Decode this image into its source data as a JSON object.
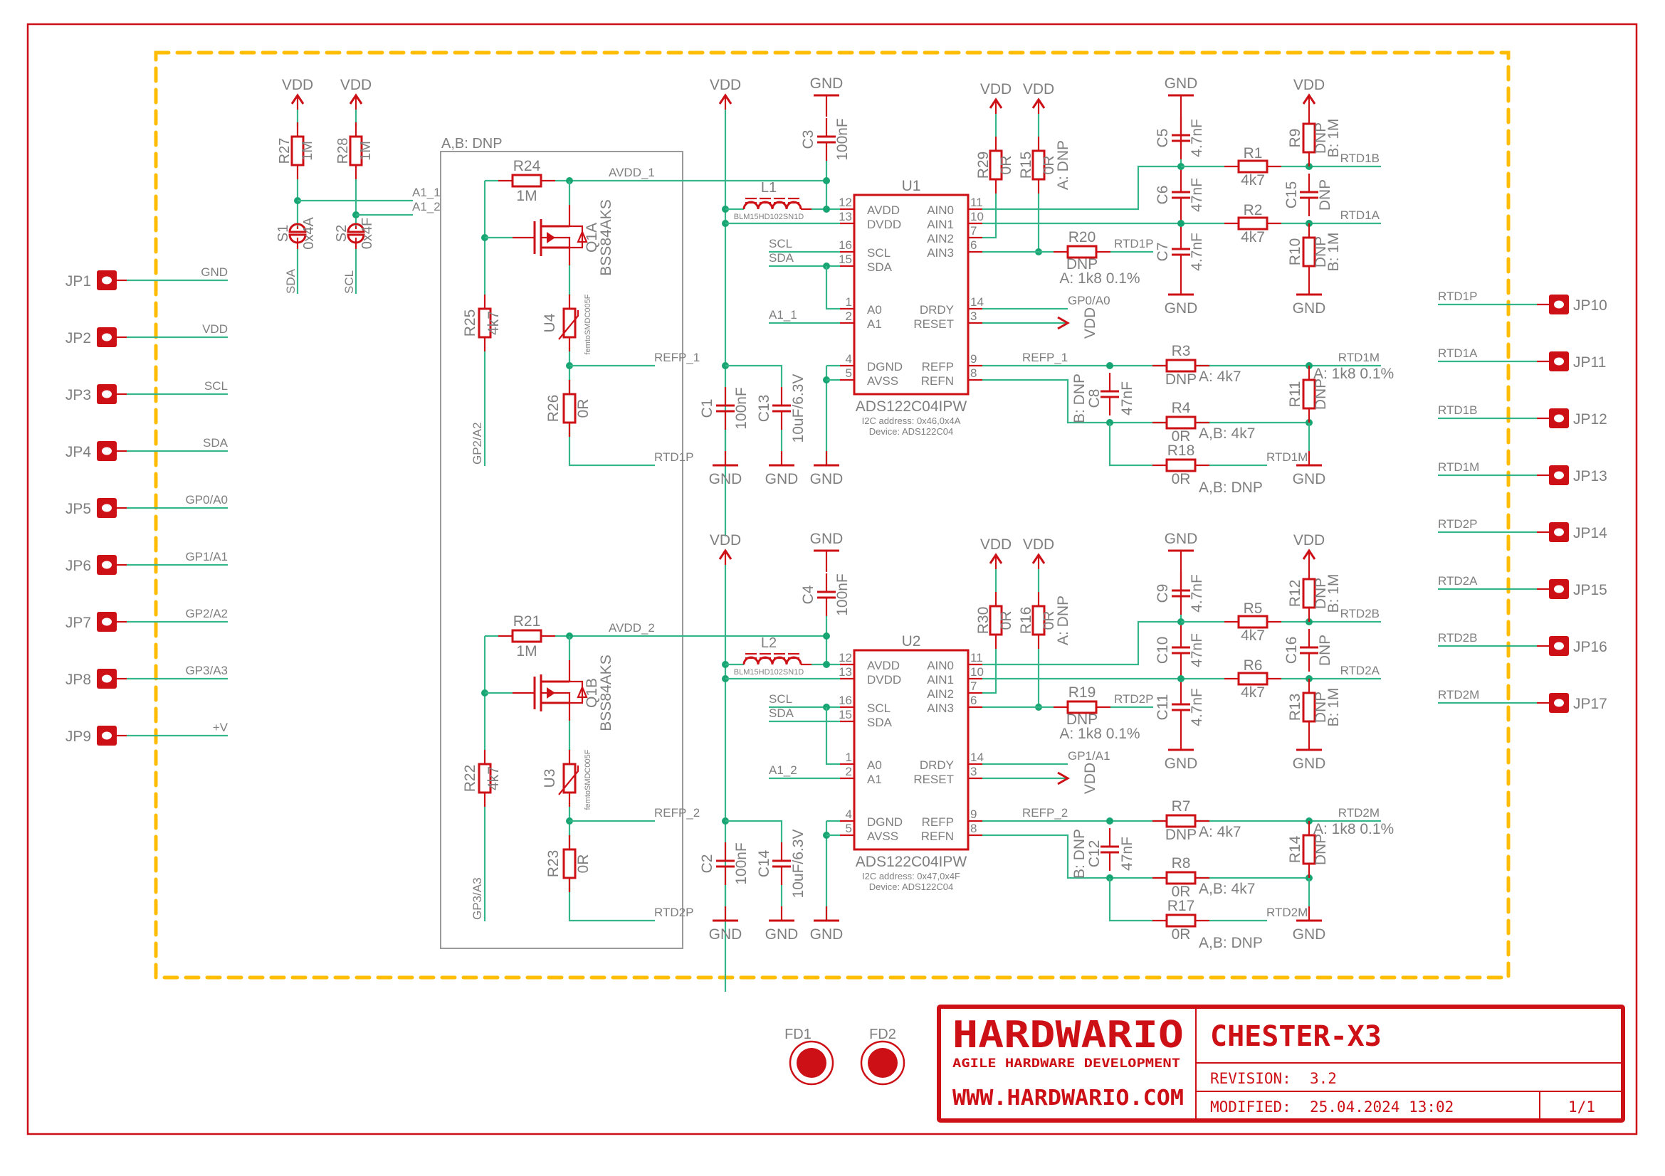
{
  "title_block": {
    "company": "HARDWARIO",
    "tagline": "AGILE HARDWARE DEVELOPMENT",
    "website": "WWW.HARDWARIO.COM",
    "project": "CHESTER-X3",
    "revision_label": "REVISION:",
    "revision": "3.2",
    "modified_label": "MODIFIED:",
    "modified": "25.04.2024 13:02",
    "sheet": "1/1"
  },
  "colors": {
    "wire": "#35b58a",
    "symbol": "#cc1016",
    "text": "#7f7f7f",
    "board_outline": "#ffbc05",
    "frame": "#cc1016"
  },
  "fiducials": [
    {
      "label": "FD1"
    },
    {
      "label": "FD2"
    }
  ],
  "left_connectors": [
    {
      "ref": "JP1",
      "net": "GND"
    },
    {
      "ref": "JP2",
      "net": "VDD"
    },
    {
      "ref": "JP3",
      "net": "SCL"
    },
    {
      "ref": "JP4",
      "net": "SDA"
    },
    {
      "ref": "JP5",
      "net": "GP0/A0"
    },
    {
      "ref": "JP6",
      "net": "GP1/A1"
    },
    {
      "ref": "JP7",
      "net": "GP2/A2"
    },
    {
      "ref": "JP8",
      "net": "GP3/A3"
    },
    {
      "ref": "JP9",
      "net": "+V"
    }
  ],
  "right_connectors": [
    {
      "ref": "JP10",
      "net": "RTD1P"
    },
    {
      "ref": "JP11",
      "net": "RTD1A"
    },
    {
      "ref": "JP12",
      "net": "RTD1B"
    },
    {
      "ref": "JP13",
      "net": "RTD1M"
    },
    {
      "ref": "JP14",
      "net": "RTD2P"
    },
    {
      "ref": "JP15",
      "net": "RTD2A"
    },
    {
      "ref": "JP16",
      "net": "RTD2B"
    },
    {
      "ref": "JP17",
      "net": "RTD2M"
    }
  ],
  "address_select": {
    "r27": {
      "ref": "R27",
      "value": "1M"
    },
    "r28": {
      "ref": "R28",
      "value": "1M"
    },
    "s1": {
      "ref": "S1",
      "value": "0x4A",
      "net": "SDA"
    },
    "s2": {
      "ref": "S2",
      "value": "0x4F",
      "net": "SCL"
    },
    "net_a1_1": "A1_1",
    "net_a1_2": "A1_2",
    "vdd": "VDD"
  },
  "dnp_group_label": "A,B: DNP",
  "channels": [
    {
      "avdd_net": "AVDD_1",
      "refp_net": "REFP_1",
      "rtdp_net": "RTD1P",
      "gp_net": "GP2/A2",
      "gate_r": {
        "ref": "R24",
        "value": "1M"
      },
      "pull_r": {
        "ref": "R25",
        "value": "4k7"
      },
      "mosfet": {
        "ref": "Q1A",
        "value": "BSS84AKS"
      },
      "fuse": {
        "ref": "U4",
        "value": "femtoSMDC005F"
      },
      "series_r": {
        "ref": "R26",
        "value": "0R"
      },
      "inductor": {
        "ref": "L1",
        "value": "BLM15HD102SN1D"
      },
      "c_avdd": {
        "ref": "C3",
        "value": "100nF"
      },
      "c_dvdd": {
        "ref": "C1",
        "value": "100nF"
      },
      "c_bulk": {
        "ref": "C13",
        "value": "10uF/6.3V"
      },
      "ic": {
        "ref": "U1",
        "part": "ADS122C04IPW",
        "note1": "I2C address: 0x46,0x4A",
        "note2": "Device: ADS122C04",
        "left_pins": [
          {
            "num": "12",
            "name": "AVDD"
          },
          {
            "num": "13",
            "name": "DVDD"
          },
          {
            "num": "16",
            "name": "SCL"
          },
          {
            "num": "15",
            "name": "SDA"
          },
          {
            "num": "1",
            "name": "A0"
          },
          {
            "num": "2",
            "name": "A1"
          },
          {
            "num": "4",
            "name": "DGND"
          },
          {
            "num": "5",
            "name": "AVSS"
          }
        ],
        "right_pins": [
          {
            "num": "11",
            "name": "AIN0"
          },
          {
            "num": "10",
            "name": "AIN1"
          },
          {
            "num": "7",
            "name": "AIN2"
          },
          {
            "num": "6",
            "name": "AIN3"
          },
          {
            "num": "14",
            "name": "DRDY"
          },
          {
            "num": "3",
            "name": "RESET"
          },
          {
            "num": "9",
            "name": "REFP"
          },
          {
            "num": "8",
            "name": "REFN"
          }
        ]
      },
      "a1_net": "A1_1",
      "drdy_net": "GP0/A0",
      "r_ain2": {
        "ref": "R29",
        "value": "0R",
        "note": ""
      },
      "r_ain3": {
        "ref": "R15",
        "value": "0R",
        "note": "A: DNP"
      },
      "r_rtdp": {
        "ref": "R20",
        "value": "DNP",
        "note": "A: 1k8 0.1%"
      },
      "c_top": {
        "ref": "C5",
        "value": "4.7nF"
      },
      "c_mid": {
        "ref": "C6",
        "value": "47nF"
      },
      "c_bot": {
        "ref": "C7",
        "value": "4.7nF"
      },
      "r_b": {
        "ref": "R1",
        "value": "4k7"
      },
      "r_a": {
        "ref": "R2",
        "value": "4k7"
      },
      "r_pu": {
        "ref": "R9",
        "value": "DNP",
        "note": "B: 1M"
      },
      "c_ab": {
        "ref": "C15",
        "value": "DNP"
      },
      "r_pd": {
        "ref": "R10",
        "value": "DNP",
        "note": "B: 1M"
      },
      "net_b": "RTD1B",
      "net_a": "RTD1A",
      "net_m": "RTD1M",
      "c_ref": {
        "ref": "C8",
        "value": "47nF",
        "note": "B: DNP"
      },
      "r_refp": {
        "ref": "R3",
        "value": "DNP",
        "note": "A: 4k7"
      },
      "r_refn": {
        "ref": "R4",
        "value": "0R",
        "note": "A,B: 4k7"
      },
      "r_ref_bypass": {
        "ref": "R18",
        "value": "0R",
        "note": "A,B: DNP"
      },
      "r_ref": {
        "ref": "R11",
        "value": "DNP",
        "note": "A: 1k8 0.1%"
      }
    },
    {
      "avdd_net": "AVDD_2",
      "refp_net": "REFP_2",
      "rtdp_net": "RTD2P",
      "gp_net": "GP3/A3",
      "gate_r": {
        "ref": "R21",
        "value": "1M"
      },
      "pull_r": {
        "ref": "R22",
        "value": "4k7"
      },
      "mosfet": {
        "ref": "Q1B",
        "value": "BSS84AKS"
      },
      "fuse": {
        "ref": "U3",
        "value": "femtoSMDC005F"
      },
      "series_r": {
        "ref": "R23",
        "value": "0R"
      },
      "inductor": {
        "ref": "L2",
        "value": "BLM15HD102SN1D"
      },
      "c_avdd": {
        "ref": "C4",
        "value": "100nF"
      },
      "c_dvdd": {
        "ref": "C2",
        "value": "100nF"
      },
      "c_bulk": {
        "ref": "C14",
        "value": "10uF/6.3V"
      },
      "ic": {
        "ref": "U2",
        "part": "ADS122C04IPW",
        "note1": "I2C address: 0x47,0x4F",
        "note2": "Device: ADS122C04",
        "left_pins": [
          {
            "num": "12",
            "name": "AVDD"
          },
          {
            "num": "13",
            "name": "DVDD"
          },
          {
            "num": "16",
            "name": "SCL"
          },
          {
            "num": "15",
            "name": "SDA"
          },
          {
            "num": "1",
            "name": "A0"
          },
          {
            "num": "2",
            "name": "A1"
          },
          {
            "num": "4",
            "name": "DGND"
          },
          {
            "num": "5",
            "name": "AVSS"
          }
        ],
        "right_pins": [
          {
            "num": "11",
            "name": "AIN0"
          },
          {
            "num": "10",
            "name": "AIN1"
          },
          {
            "num": "7",
            "name": "AIN2"
          },
          {
            "num": "6",
            "name": "AIN3"
          },
          {
            "num": "14",
            "name": "DRDY"
          },
          {
            "num": "3",
            "name": "RESET"
          },
          {
            "num": "9",
            "name": "REFP"
          },
          {
            "num": "8",
            "name": "REFN"
          }
        ]
      },
      "a1_net": "A1_2",
      "drdy_net": "GP1/A1",
      "r_ain2": {
        "ref": "R30",
        "value": "0R",
        "note": ""
      },
      "r_ain3": {
        "ref": "R16",
        "value": "0R",
        "note": "A: DNP"
      },
      "r_rtdp": {
        "ref": "R19",
        "value": "DNP",
        "note": "A: 1k8 0.1%"
      },
      "c_top": {
        "ref": "C9",
        "value": "4.7nF"
      },
      "c_mid": {
        "ref": "C10",
        "value": "47nF"
      },
      "c_bot": {
        "ref": "C11",
        "value": "4.7nF"
      },
      "r_b": {
        "ref": "R5",
        "value": "4k7"
      },
      "r_a": {
        "ref": "R6",
        "value": "4k7"
      },
      "r_pu": {
        "ref": "R12",
        "value": "DNP",
        "note": "B: 1M"
      },
      "c_ab": {
        "ref": "C16",
        "value": "DNP"
      },
      "r_pd": {
        "ref": "R13",
        "value": "DNP",
        "note": "B: 1M"
      },
      "net_b": "RTD2B",
      "net_a": "RTD2A",
      "net_m": "RTD2M",
      "c_ref": {
        "ref": "C12",
        "value": "47nF",
        "note": "B: DNP"
      },
      "r_refp": {
        "ref": "R7",
        "value": "DNP",
        "note": "A: 4k7"
      },
      "r_refn": {
        "ref": "R8",
        "value": "0R",
        "note": "A,B: 4k7"
      },
      "r_ref_bypass": {
        "ref": "R17",
        "value": "0R",
        "note": "A,B: DNP"
      },
      "r_ref": {
        "ref": "R14",
        "value": "DNP",
        "note": "A: 1k8 0.1%"
      }
    }
  ],
  "power_labels": {
    "vdd": "VDD",
    "gnd": "GND",
    "scl": "SCL",
    "sda": "SDA"
  }
}
